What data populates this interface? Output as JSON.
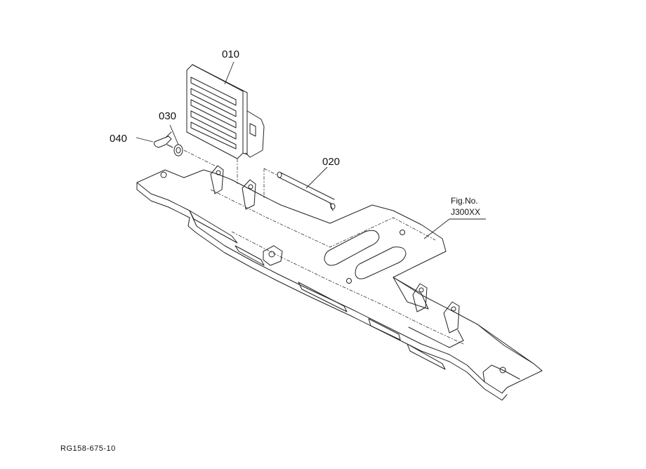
{
  "callouts": {
    "part_010": "010",
    "part_020": "020",
    "part_030": "030",
    "part_040": "040"
  },
  "figure_ref": {
    "line1": "Fig.No.",
    "line2": "J300XX"
  },
  "drawing_code": "RG158-675-10"
}
